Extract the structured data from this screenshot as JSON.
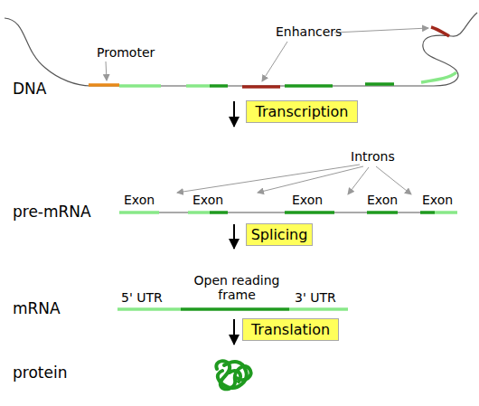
{
  "diagram": {
    "nodes": [
      {
        "text": [
          "Transcription"
        ]
      },
      {
        "text": [
          "Splicing"
        ]
      },
      {
        "text": [
          "Translation"
        ]
      }
    ],
    "labels": [
      "Promoter",
      "Enhancers",
      "DNA",
      "Introns",
      "pre-mRNA",
      "Exon",
      "Exon",
      "Exon",
      "Exon",
      "Exon",
      "mRNA",
      "Open reading frame",
      "5' UTR",
      "3' UTR",
      "protein"
    ]
  }
}
